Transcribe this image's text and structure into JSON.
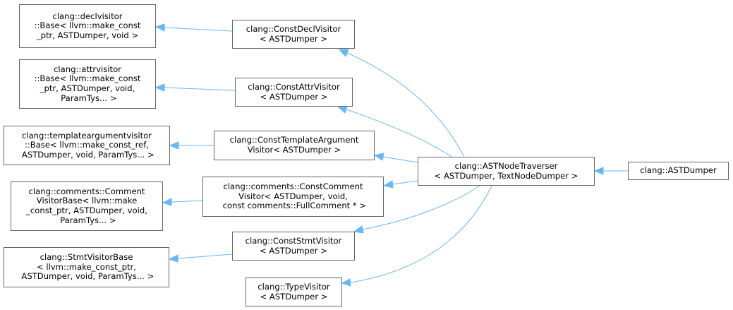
{
  "diagram": {
    "type": "inheritance-graph",
    "colors": {
      "edge": "#63b8ff",
      "node_border": "#666666",
      "text": "#000000",
      "background": "#ffffff"
    },
    "nodes": {
      "declvisitor_base": {
        "label": "clang::declvisitor\n::Base< llvm::make_const\n_ptr, ASTDumper, void >"
      },
      "attrvisitor_base": {
        "label": "clang::attrvisitor\n::Base< llvm::make_const\n_ptr, ASTDumper, void,\n ParamTys... >"
      },
      "templateargumentvisitor_base": {
        "label": "clang::templateargumentvisitor\n::Base< llvm::make_const_ref,\n ASTDumper, void, ParamTys... >"
      },
      "comment_visitor_base": {
        "label": "clang::comments::Comment\nVisitorBase< llvm::make\n_const_ptr, ASTDumper, void,\n ParamTys... >"
      },
      "stmt_visitor_base": {
        "label": "clang::StmtVisitorBase\n< llvm::make_const_ptr,\n ASTDumper, void, ParamTys... >"
      },
      "const_decl_visitor": {
        "label": "clang::ConstDeclVisitor\n< ASTDumper >"
      },
      "const_attr_visitor": {
        "label": "clang::ConstAttrVisitor\n< ASTDumper >"
      },
      "const_template_argument_visitor": {
        "label": "clang::ConstTemplateArgument\nVisitor< ASTDumper >"
      },
      "const_comment_visitor": {
        "label": "clang::comments::ConstComment\nVisitor< ASTDumper, void,\n const comments::FullComment * >"
      },
      "const_stmt_visitor": {
        "label": "clang::ConstStmtVisitor\n< ASTDumper >"
      },
      "type_visitor": {
        "label": "clang::TypeVisitor\n< ASTDumper >"
      },
      "ast_node_traverser": {
        "label": "clang::ASTNodeTraverser\n< ASTDumper, TextNodeDumper >"
      },
      "ast_dumper": {
        "label": "clang::ASTDumper"
      }
    },
    "edges": [
      {
        "from": "const_decl_visitor",
        "to": "declvisitor_base"
      },
      {
        "from": "const_attr_visitor",
        "to": "attrvisitor_base"
      },
      {
        "from": "const_template_argument_visitor",
        "to": "templateargumentvisitor_base"
      },
      {
        "from": "const_comment_visitor",
        "to": "comment_visitor_base"
      },
      {
        "from": "const_stmt_visitor",
        "to": "stmt_visitor_base"
      },
      {
        "from": "ast_node_traverser",
        "to": "const_decl_visitor"
      },
      {
        "from": "ast_node_traverser",
        "to": "const_attr_visitor"
      },
      {
        "from": "ast_node_traverser",
        "to": "const_template_argument_visitor"
      },
      {
        "from": "ast_node_traverser",
        "to": "const_comment_visitor"
      },
      {
        "from": "ast_node_traverser",
        "to": "const_stmt_visitor"
      },
      {
        "from": "ast_node_traverser",
        "to": "type_visitor"
      },
      {
        "from": "ast_dumper",
        "to": "ast_node_traverser"
      }
    ]
  }
}
